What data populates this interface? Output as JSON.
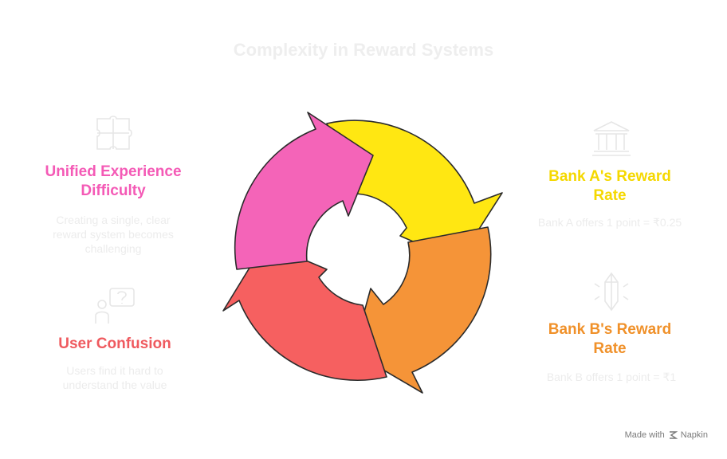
{
  "title": "Complexity in Reward Systems",
  "items": [
    {
      "heading": "Unified Experience Difficulty",
      "description": "Creating a single, clear reward system becomes challenging",
      "color": "#f45ab6",
      "icon": "puzzle-icon"
    },
    {
      "heading": "Bank A's Reward Rate",
      "description": "Bank A offers 1 point = ₹0.25",
      "color": "#f5d800",
      "icon": "bank-icon"
    },
    {
      "heading": "Bank B's Reward Rate",
      "description": "Bank B offers 1 point = ₹1",
      "color": "#f0912a",
      "icon": "crystal-icon"
    },
    {
      "heading": "User Confusion",
      "description": "Users find it hard to understand the value",
      "color": "#ef5a5f",
      "icon": "question-person-icon"
    }
  ],
  "footer": {
    "made_with": "Made with",
    "brand": "Napkin"
  }
}
